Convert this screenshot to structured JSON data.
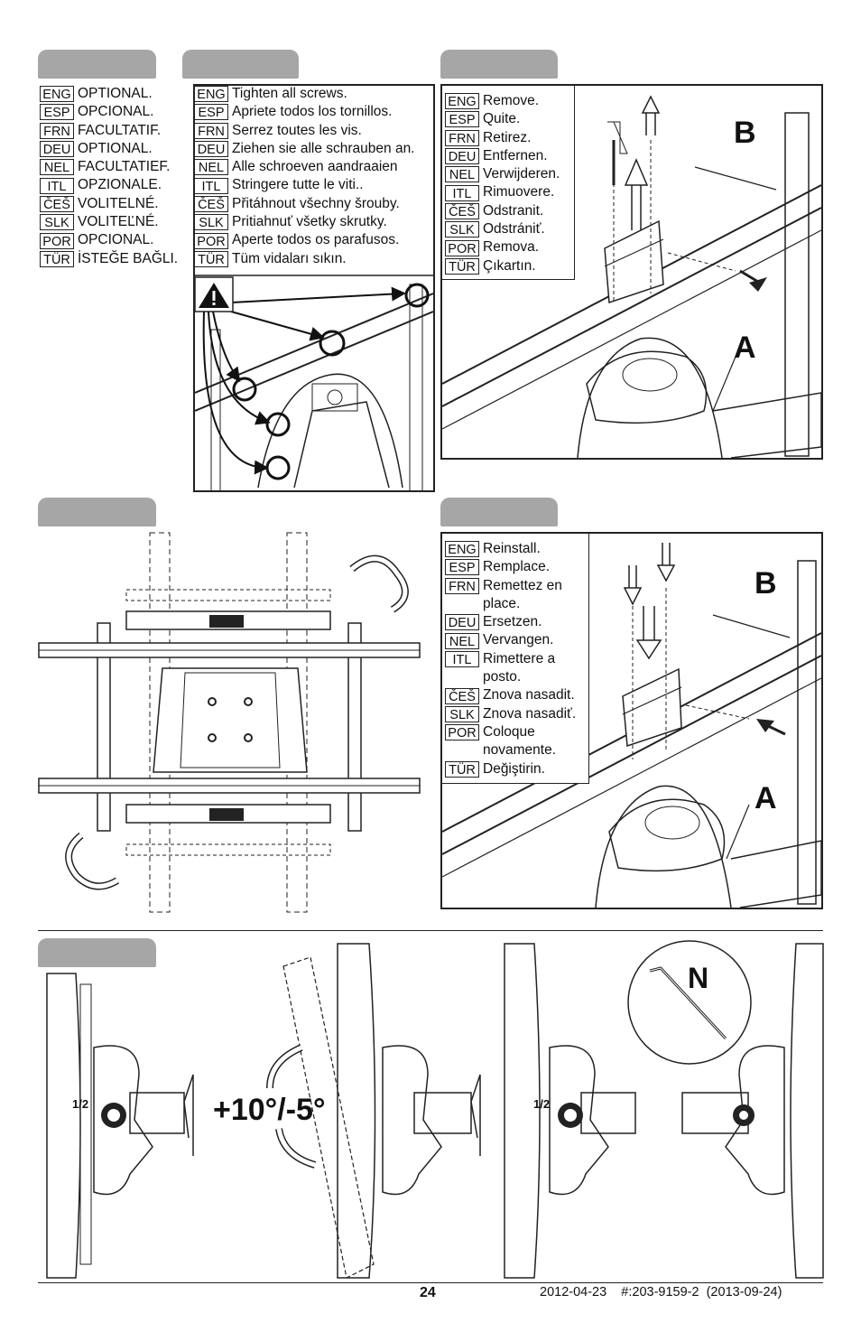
{
  "optional_list": [
    {
      "code": "ENG",
      "text": "OPTIONAL."
    },
    {
      "code": "ESP",
      "text": "OPCIONAL."
    },
    {
      "code": "FRN",
      "text": "FACULTATIF."
    },
    {
      "code": "DEU",
      "text": "OPTIONAL."
    },
    {
      "code": "NEL",
      "text": "FACULTATIEF."
    },
    {
      "code": "ITL",
      "text": "OPZIONALE."
    },
    {
      "code": "ČEŠ",
      "text": "VOLITELNÉ."
    },
    {
      "code": "SLK",
      "text": "VOLITEĽNÉ."
    },
    {
      "code": "POR",
      "text": "OPCIONAL."
    },
    {
      "code": "TÜR",
      "text": "İSTEĞE BAĞLI."
    }
  ],
  "tighten_list": [
    {
      "code": "ENG",
      "text": "Tighten all screws."
    },
    {
      "code": "ESP",
      "text": "Apriete todos los tornillos."
    },
    {
      "code": "FRN",
      "text": "Serrez toutes les vis."
    },
    {
      "code": "DEU",
      "text": "Ziehen sie alle schrauben an."
    },
    {
      "code": "NEL",
      "text": "Alle schroeven aandraaien"
    },
    {
      "code": "ITL",
      "text": "Stringere tutte le viti.."
    },
    {
      "code": "ČEŠ",
      "text": "Přitáhnout všechny šrouby."
    },
    {
      "code": "SLK",
      "text": "Pritiahnuť všetky skrutky."
    },
    {
      "code": "POR",
      "text": "Aperte todos os parafusos."
    },
    {
      "code": "TÜR",
      "text": "Tüm vidaları sıkın."
    }
  ],
  "remove_list": [
    {
      "code": "ENG",
      "text": "Remove."
    },
    {
      "code": "ESP",
      "text": "Quite."
    },
    {
      "code": "FRN",
      "text": "Retirez."
    },
    {
      "code": "DEU",
      "text": "Entfernen."
    },
    {
      "code": "NEL",
      "text": "Verwijderen."
    },
    {
      "code": "ITL",
      "text": "Rimuovere."
    },
    {
      "code": "ČEŠ",
      "text": "Odstranit."
    },
    {
      "code": "SLK",
      "text": "Odstrániť."
    },
    {
      "code": "POR",
      "text": "Remova."
    },
    {
      "code": "TÜR",
      "text": "Çıkartın."
    }
  ],
  "reinstall_list": [
    {
      "code": "ENG",
      "text": "Reinstall."
    },
    {
      "code": "ESP",
      "text": "Remplace."
    },
    {
      "code": "FRN",
      "text": "Remettez en"
    },
    {
      "code": "",
      "text": "place."
    },
    {
      "code": "DEU",
      "text": "Ersetzen."
    },
    {
      "code": "NEL",
      "text": "Vervangen."
    },
    {
      "code": "ITL",
      "text": "Rimettere a"
    },
    {
      "code": "",
      "text": "posto."
    },
    {
      "code": "ČEŠ",
      "text": "Znova nasadit."
    },
    {
      "code": "SLK",
      "text": "Znova nasadiť."
    },
    {
      "code": "POR",
      "text": "Coloque"
    },
    {
      "code": "",
      "text": "novamente."
    },
    {
      "code": "TÜR",
      "text": "Değiştirin."
    }
  ],
  "labels": {
    "b_top": "B",
    "a_top": "A",
    "b_mid": "B",
    "a_mid": "A",
    "n_tool": "N",
    "tilt_range": "+10°/-5°",
    "half_turn_left": "1/2",
    "half_turn_right": "1/2"
  },
  "footer": {
    "page_number": "24",
    "doc_info": "2012-04-23    #:203-9159-2  (2013-09-24)"
  },
  "colors": {
    "tab_gray": "#a6a6a6",
    "line": "#222222"
  }
}
